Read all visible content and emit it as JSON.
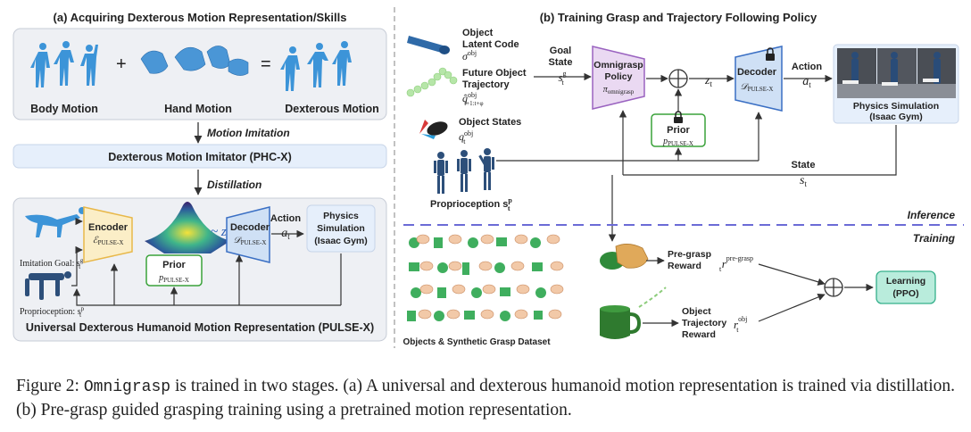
{
  "panel_a": {
    "title": "(a) Acquiring Dexterous Motion Representation/Skills",
    "body_motion": "Body Motion",
    "hand_motion": "Hand Motion",
    "dexterous_motion": "Dexterous Motion",
    "plus": "+",
    "equals": "=",
    "motion_imitation": "Motion Imitation",
    "imitator": "Dexterous Motion Imitator (PHC-X)",
    "distillation": "Distillation",
    "encoder": "Encoder",
    "encoder_sym": "ℰ",
    "encoder_sub": "PULSE-X",
    "decoder": "Decoder",
    "decoder_sym": "𝒟",
    "decoder_sub": "PULSE-X",
    "prior": "Prior",
    "prior_sym": "p",
    "prior_sub": "PULSE-X",
    "tilde_z": "~ z",
    "z_sub": "t",
    "action": "Action",
    "action_sym": "a",
    "action_sub": "t",
    "physics_line1": "Physics",
    "physics_line2": "Simulation",
    "physics_line3": "(Isaac Gym)",
    "imitation_goal": "Imitation Goal: s",
    "imitation_goal_sup": "g",
    "imitation_goal_sub": "t",
    "proprioception": "Proprioception: s",
    "proprioception_sup": "p",
    "proprioception_sub": "t",
    "representation": "Universal Dexterous Humanoid Motion Representation (PULSE-X)"
  },
  "panel_b": {
    "title": "(b) Training Grasp and Trajectory Following Policy",
    "latent_l1": "Object",
    "latent_l2": "Latent Code",
    "latent_sym": "σ",
    "latent_sup": "obj",
    "future_l1": "Future Object",
    "future_l2": "Trajectory",
    "future_sym": "q̂",
    "future_sup": "obj",
    "future_sub": "t+1:t+φ",
    "states_l1": "Object  States",
    "states_sym": "q",
    "states_sup": "obj",
    "states_sub": "t",
    "goal_l1": "Goal",
    "goal_l2": "State",
    "goal_sym": "s",
    "goal_sup": "g",
    "goal_sub": "t",
    "policy_l1": "Omnigrasp",
    "policy_l2": "Policy",
    "policy_sym": "π",
    "policy_sub": "omnigrasp",
    "oplus": "⊕",
    "z_sym": "z",
    "z_sub": "t",
    "decoder": "Decoder",
    "decoder_sym": "𝒟",
    "decoder_sub": "PULSE-X",
    "action": "Action",
    "action_sym": "a",
    "action_sub": "t",
    "prior": "Prior",
    "prior_sym": "p",
    "prior_sub": "PULSE-X",
    "physics_l1": "Physics Simulation",
    "physics_l2": "(Isaac Gym)",
    "state": "State",
    "state_sym": "s",
    "state_sub": "t",
    "proprio": "Proprioception s",
    "proprio_sup": "p",
    "proprio_sub": "t",
    "inference": "Inference",
    "training": "Training",
    "pregrasp_l1": "Pre-grasp",
    "pregrasp_l2": "Reward",
    "pregrasp_sym": "r",
    "pregrasp_sup": "pre-grasp",
    "pregrasp_sub": "t",
    "traj_l1": "Object",
    "traj_l2": "Trajectory",
    "traj_l3": "Reward",
    "traj_sym": "r",
    "traj_sup": "obj",
    "traj_sub": "t",
    "learning_l1": "Learning",
    "learning_l2": "(PPO)",
    "dataset": "Objects & Synthetic Grasp Dataset"
  },
  "caption": {
    "label": "Figure 2:",
    "name": "Omnigrasp",
    "text1": " is trained in two stages. (a) A universal and dexterous humanoid motion representation is trained via distillation. (b) Pre-grasp guided grasping training using a pretrained motion representation."
  },
  "colors": {
    "encoder_fill": "#fbeec7",
    "encoder_stroke": "#e8b84a",
    "decoder_fill": "#cfe0f5",
    "decoder_stroke": "#3a6fc4",
    "prior_stroke": "#3aa23a",
    "policy_fill": "#ead9f2",
    "policy_stroke": "#9a63c0",
    "learning_fill": "#b9ecdc",
    "learning_stroke": "#35b08b",
    "dashed_line": "#6b6bd6",
    "humanoid": "#2e8fd8"
  }
}
